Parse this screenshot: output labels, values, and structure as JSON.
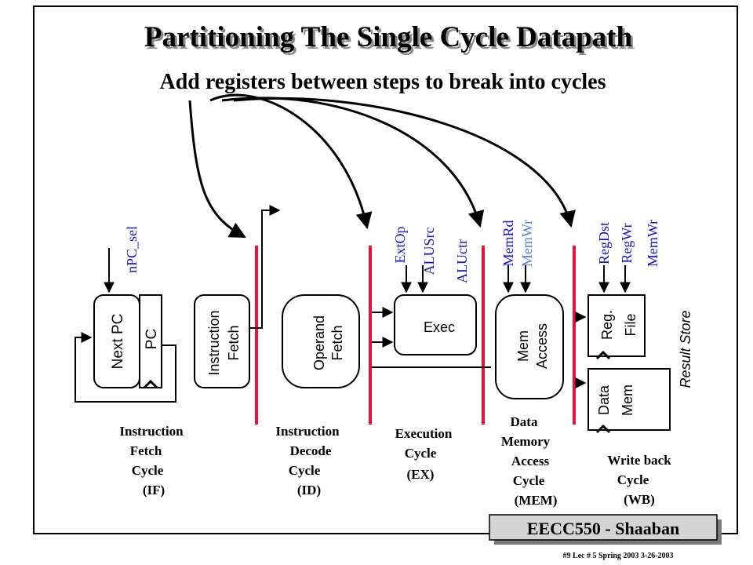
{
  "slide": {
    "title": "Partitioning The Single Cycle Datapath",
    "subtitle": "Add registers between steps to break into cycles"
  },
  "blocks": {
    "next_pc": "Next PC",
    "pc": "PC",
    "instruction_fetch": [
      "Instruction",
      "Fetch"
    ],
    "operand_fetch": [
      "Operand",
      "Fetch"
    ],
    "exec": "Exec",
    "mem_access": [
      "Mem",
      "Access"
    ],
    "reg_file": [
      "Reg.",
      "File"
    ],
    "data_mem": [
      "Data",
      "Mem"
    ],
    "result_store": "Result Store"
  },
  "control_signals": {
    "npc_sel": "nPC_sel",
    "ext_op": "ExtOp",
    "alu_src": "ALUSrc",
    "alu_ctr": "ALUctr",
    "mem_rd": "MemRd",
    "mem_wr_mem": "MemWr",
    "reg_dst": "RegDst",
    "reg_wr": "RegWr",
    "mem_wr_wb": "MemWr"
  },
  "cycles": {
    "if": [
      "Instruction",
      "Fetch",
      "Cycle",
      "(IF)"
    ],
    "id": [
      "Instruction",
      "Decode",
      "Cycle",
      "(ID)"
    ],
    "ex": [
      "Execution",
      "Cycle",
      "(EX)"
    ],
    "mem": [
      "Data",
      "Memory",
      "Access",
      "Cycle",
      "(MEM)"
    ],
    "wb": [
      "Write back",
      "Cycle",
      "(WB)"
    ]
  },
  "footer": {
    "badge": "EECC550 - Shaaban",
    "info": "#9   Lec # 5  Spring 2003  3-26-2003"
  },
  "colors": {
    "pipeline_register": "#e8133c",
    "control_signal": "#1414c8",
    "control_signal_light": "#5a7ae6",
    "ink": "#000000"
  }
}
